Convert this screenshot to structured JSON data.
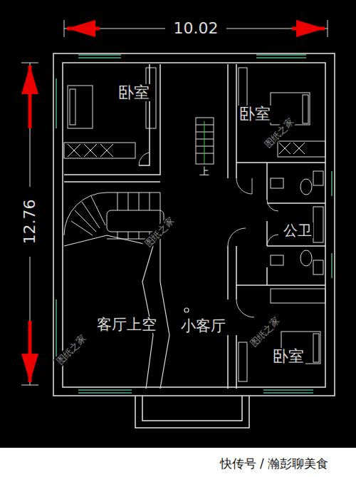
{
  "diagram": {
    "labels": [
      "10.02",
      "12.76",
      "卧室",
      "卧室",
      "上",
      "公卫",
      "客厅上空",
      "小客厅",
      "卧室",
      "图纸之家",
      "图纸之家",
      "图纸之家",
      "图纸之家",
      "快传号 / 瀚彭聊美食"
    ]
  }
}
